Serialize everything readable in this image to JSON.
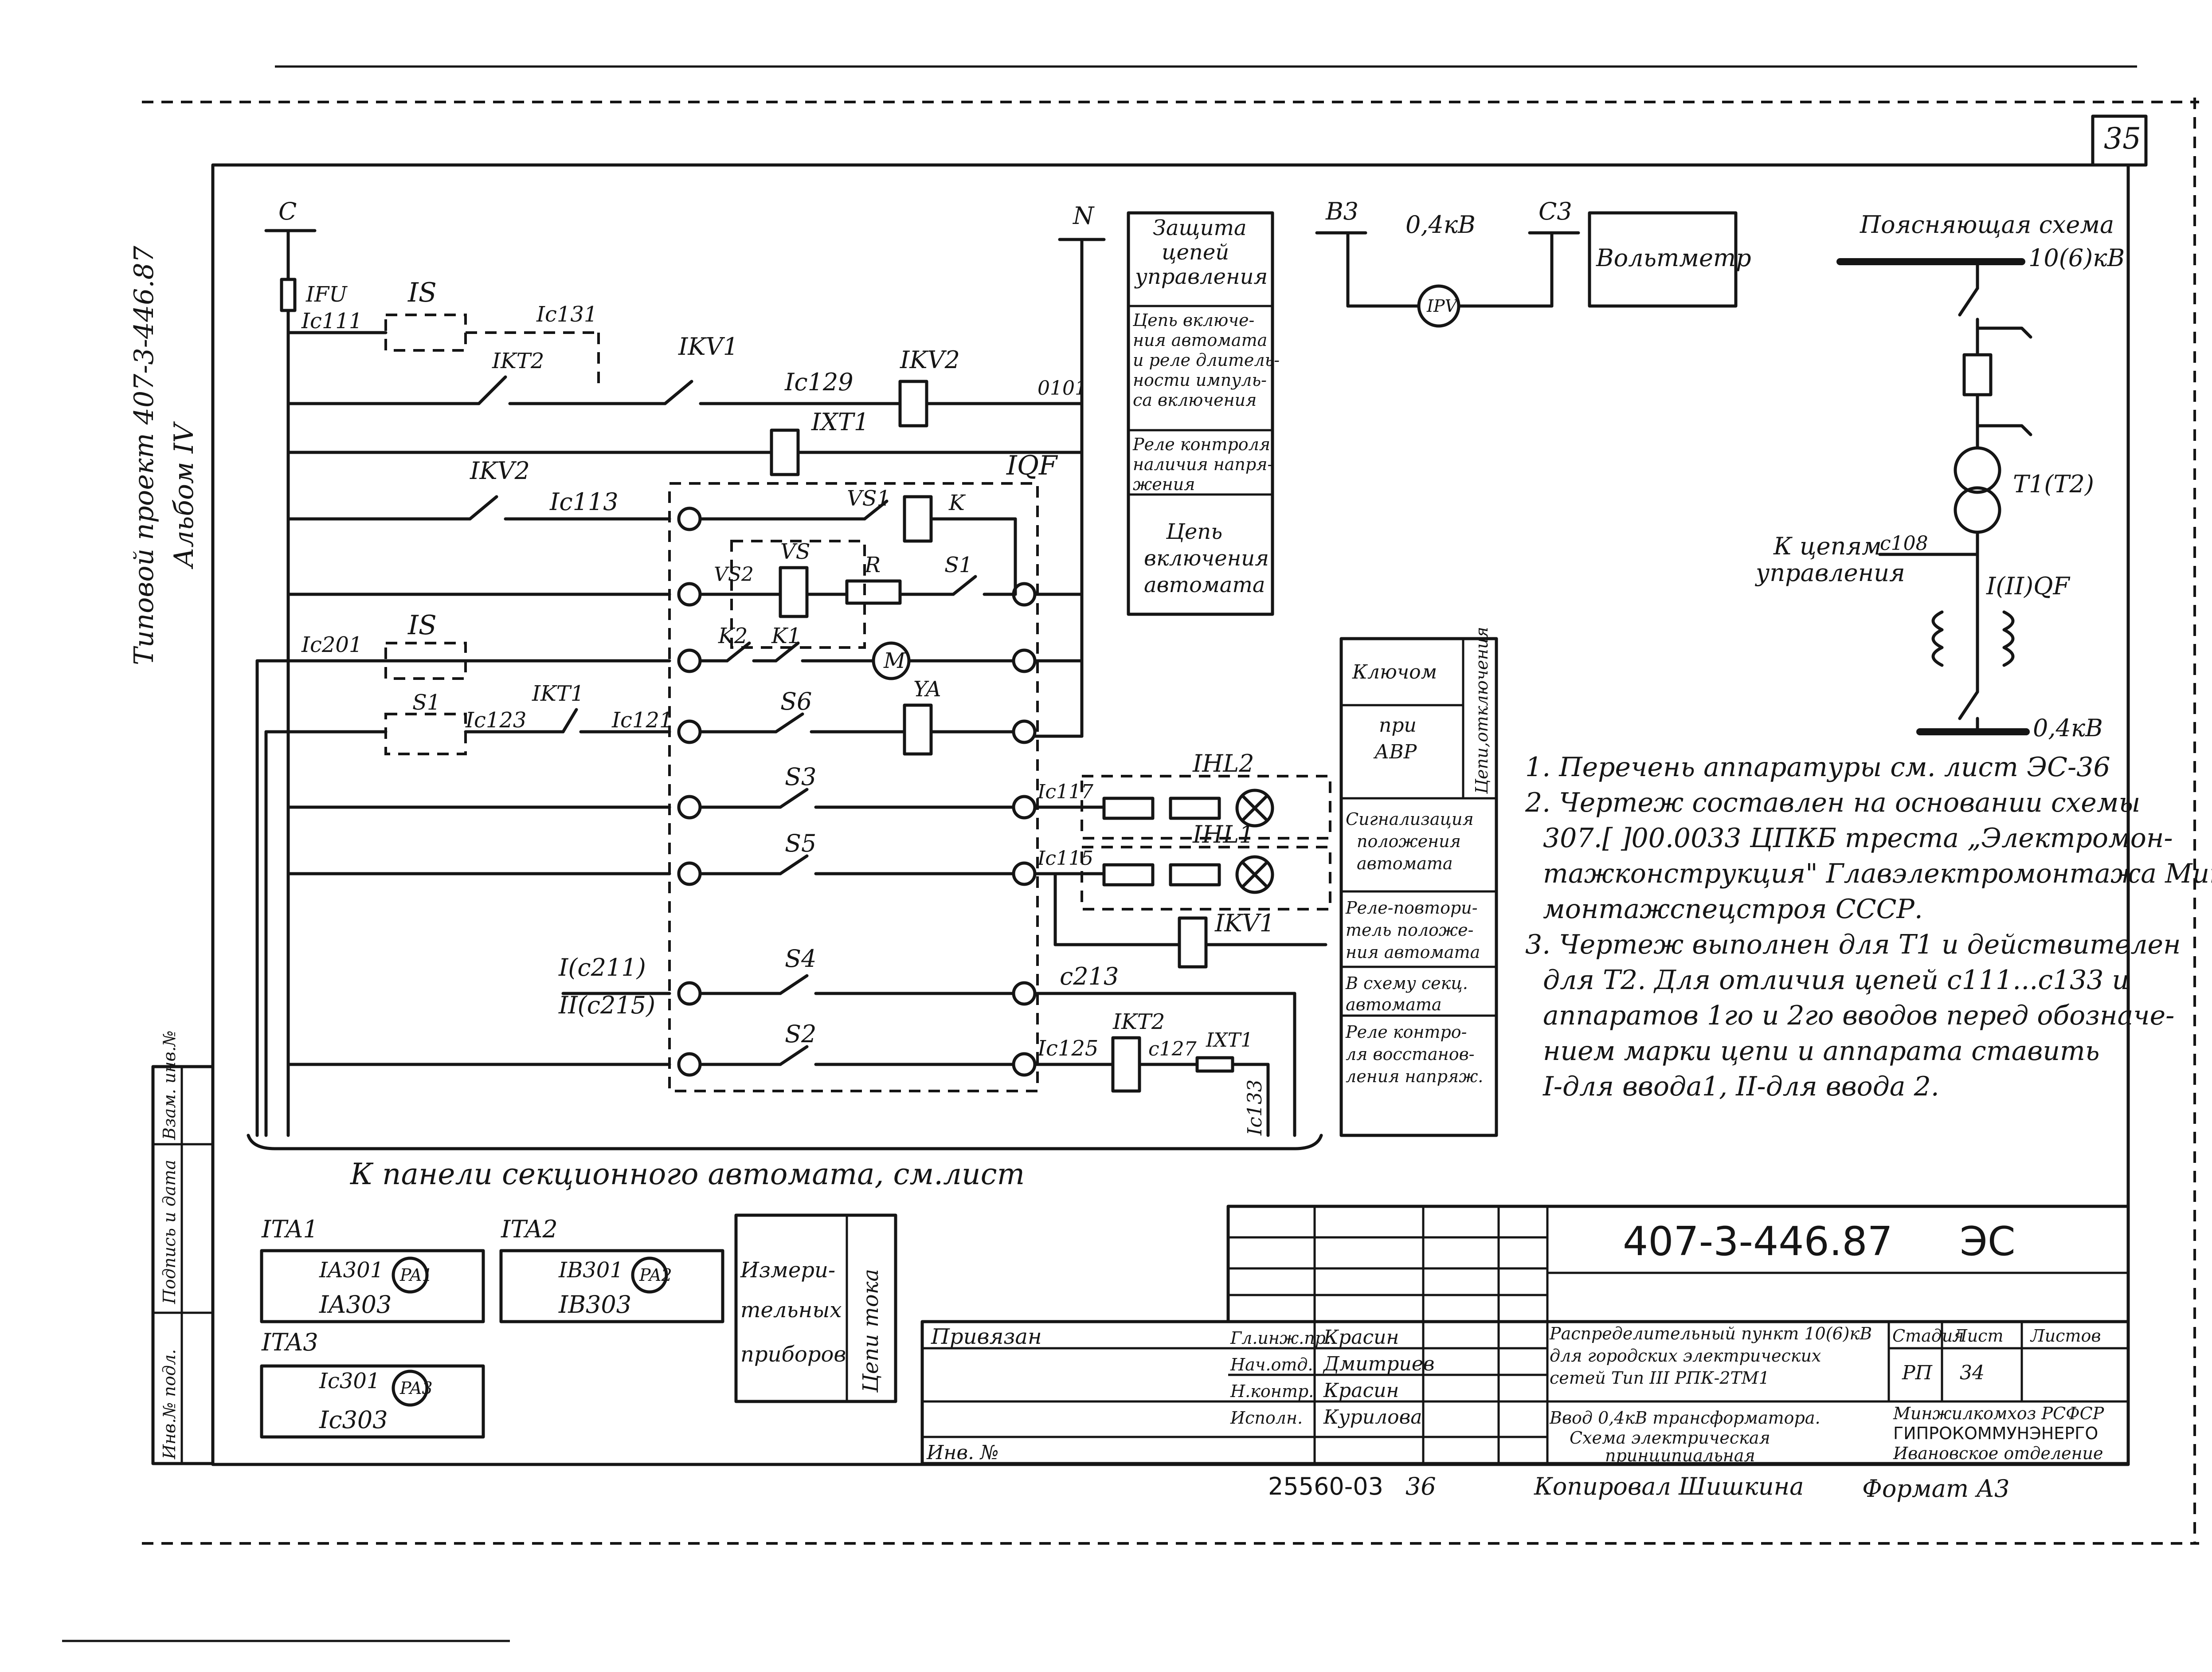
{
  "sheet": {
    "page_number": "35",
    "side_title_line1": "Типовой проект 407-3-446.87",
    "side_title_line2": "Альбом IV",
    "left_stamp": [
      "Инв.№ подл.",
      "Подпись и дата",
      "Взам. инв.№"
    ]
  },
  "buses": {
    "c": "C",
    "n": "N",
    "b3": "B3",
    "c3": "C3",
    "voltage": "0,4кВ"
  },
  "function_boxes": {
    "protection": [
      "Защита",
      "цепей",
      "управления"
    ],
    "closing_circuit": [
      "Цепь включе-",
      "ния автомата",
      "и реле длитель-",
      "ности импуль-",
      "са включения"
    ],
    "voltage_relay": [
      "Реле контроля",
      "наличия напря-",
      "жения"
    ],
    "auto_closing": [
      "Цепь",
      "включения",
      "автомата"
    ],
    "key_label": "Ключом",
    "on_avr_label": [
      "при",
      "АВР"
    ],
    "tripping": [
      "Цепи",
      "отключения"
    ],
    "signalling": [
      "Сигнализация",
      "положения",
      "автомата"
    ],
    "repeat_relay": [
      "Реле-повтори-",
      "тель положе-",
      "ния автомата"
    ],
    "to_section_breaker": [
      "В схему секц.",
      "автомата"
    ],
    "restore_relay": [
      "Реле контро-",
      "ля восстанов-",
      "ления напряж."
    ],
    "measuring": [
      "Измери-",
      "тельных",
      "приборов"
    ],
    "current_circuits": "Цепи тока",
    "voltmeter": "Вольтметр"
  },
  "labels": {
    "fu": "IFU",
    "s_switch": "IS",
    "c111": "Iс111",
    "c131": "Iс131",
    "kt2": "IKT2",
    "kv1": "IKV1",
    "c129": "Iс129",
    "kv2": "IKV2",
    "c101": "0101",
    "xt1": "IXT1",
    "qf": "IQF",
    "kv2b": "IKV2",
    "c113": "Iс113",
    "vs1": "VS1",
    "k": "K",
    "vs2": "VS2",
    "vs": "VS",
    "r": "R",
    "s1": "S1",
    "k2": "K2",
    "k1": "K1",
    "m": "M",
    "c201": "Iс201",
    "is2": "IS",
    "s1b": "S1",
    "kt1": "IKT1",
    "c123": "Iс123",
    "c121": "Iс121",
    "s6": "S6",
    "ya": "YA",
    "s3": "S3",
    "c117": "Iс117",
    "hl2": "IHL2",
    "s5": "S5",
    "c115": "Iс115",
    "hl1": "IHL1",
    "kv1b": "IKV1",
    "s4": "S4",
    "c211": "I(с211)",
    "c215": "II(с215)",
    "c213": "с213",
    "s2": "S2",
    "c125": "Iс125",
    "kt2b": "IKT2",
    "c127": "с127",
    "xt1b": "IXT1",
    "c133": "Iс133",
    "pv": "IPV",
    "bottom_note": "К панели секционного автомата, см.лист",
    "ta1": "ITA1",
    "ta2": "ITA2",
    "ta3": "ITA3",
    "a301": "IA301",
    "b301": "IB301",
    "c301": "Iс301",
    "a303": "IA303",
    "b303": "IB303",
    "c303": "Iс303",
    "pa1": "PA1",
    "pa2": "PA2",
    "pa3": "PA3"
  },
  "explanatory": {
    "title": "Поясняющая схема",
    "hv": "10(6)кВ",
    "transformer": "T1(T2)",
    "to_control": [
      "К цепям",
      "управления"
    ],
    "c108": "с108",
    "breaker": "I(II)QF",
    "lv": "0,4кВ"
  },
  "notes": [
    "1. Перечень аппаратуры см. лист ЭС-36",
    "2. Чертеж составлен на основании схемы",
    "307.[ ]00.0033 ЦПКБ треста „Электромон-",
    "тажконструкция\" Главэлектромонтажа Мин-",
    "монтажспецстроя СССР.",
    "3. Чертеж выполнен для Т1 и действителен",
    "для Т2. Для отличия цепей с111...с133 и",
    "аппаратов 1го и 2го вводов перед обозначе-",
    "нием марки цепи и аппарата ставить",
    "I-для ввода1, II-для ввода 2."
  ],
  "title_block": {
    "code": "407-3-446.87",
    "sheet_code": "ЭС",
    "bound": "Привязан",
    "inv": "Инв. №",
    "roles": [
      "Гл.инж.пр.",
      "Нач.отд.",
      "Н.контр.",
      "Исполн."
    ],
    "names": [
      "Красин",
      "Дмитриев",
      "Красин",
      "Курилова"
    ],
    "project_name": [
      "Распределительный пункт 10(6)кВ",
      "для городских электрических",
      "сетей  Тип III РПК-2ТМ1"
    ],
    "stage_h": "Стадия",
    "sheet_h": "Лист",
    "sheets_h": "Листов",
    "stage": "РП",
    "sheet": "34",
    "drawing_title": [
      "Ввод 0,4кВ трансформатора.",
      "Схема электрическая",
      "принципиальная"
    ],
    "org": [
      "Минжилкомхоз РСФСР",
      "ГИПРОКОММУНЭНЕРГО",
      "Ивановское отделение"
    ],
    "bottom_number": "25560-03",
    "bottom_sheet": "36",
    "copied": "Копировал Шишкина",
    "format": "Формат А3"
  }
}
